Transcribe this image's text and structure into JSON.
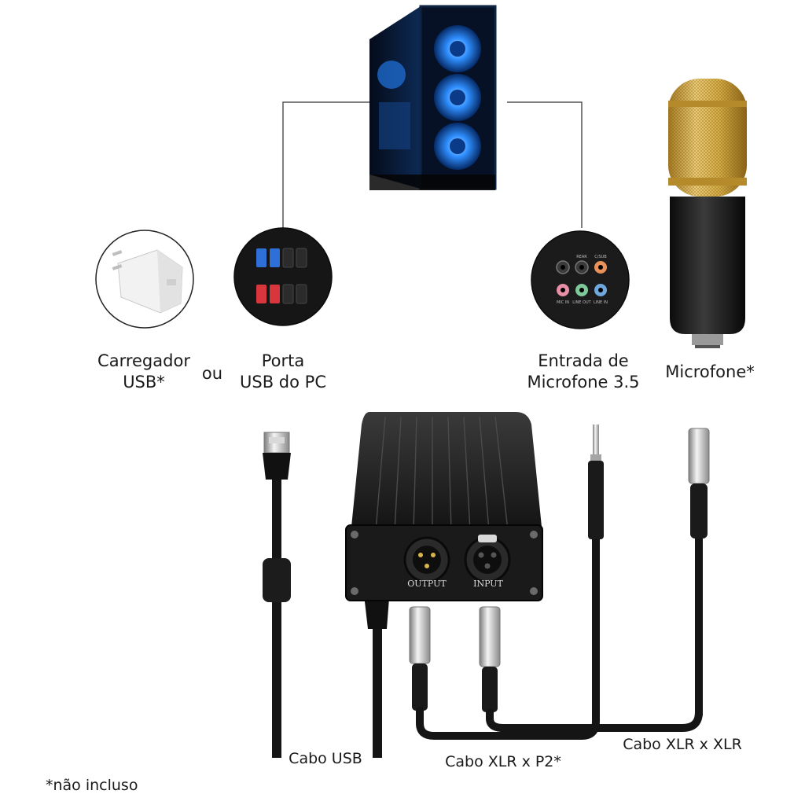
{
  "labels": {
    "charger": {
      "line1": "Carregador",
      "line2": "USB*"
    },
    "or": "ou",
    "pc_usb": {
      "line1": "Porta",
      "line2": "USB do PC"
    },
    "mic_input": {
      "line1": "Entrada de",
      "line2": "Microfone 3.5"
    },
    "microphone": "Microfone*",
    "usb_cable": "Cabo USB",
    "xlr_p2_cable": "Cabo XLR x P2*",
    "xlr_xlr_cable": "Cabo XLR x XLR",
    "not_included": "*não incluso"
  },
  "device": {
    "output_label": "OUTPUT",
    "input_label": "INPUT"
  },
  "audio_jack_labels": [
    "MIC IN",
    "LINE OUT",
    "LINE IN"
  ],
  "audio_jack_top_labels": [
    "REAR",
    "C/SUB"
  ],
  "jack_colors": {
    "mic": "#e88fa8",
    "line_out": "#7fc89a",
    "line_in": "#6fa8dc",
    "center": "#3a3a3a",
    "sub": "#e8925a"
  },
  "usb_port_colors": {
    "usb3": "#2f6fd8",
    "red": "#d8363c",
    "black": "#1e1e1e"
  },
  "accent_colors": {
    "pc_glow": "#2f8fff",
    "mic_gold": "#d9b047",
    "connector_line": "#555555"
  }
}
